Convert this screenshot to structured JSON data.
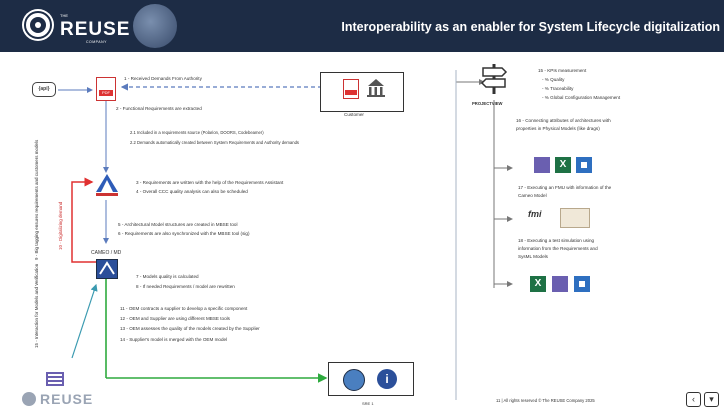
{
  "header": {
    "logo_the": "THE",
    "logo_name": "REUSE",
    "logo_company": "COMPANY",
    "title": "Interoperability as an enabler for System Lifecycle digitalization"
  },
  "left": {
    "step1": "1 - Received Demands From Authority",
    "step2": "2 - Functional Requirements are extracted",
    "step21": "2.1 Included in a requirements source (Polarion, DOORS, Codebeamer)",
    "step22": "2.2 Demands automatically created between System Requirements and Authority demands",
    "customer": "Customer",
    "step3": "3 - Requirements are written with the help of the Requirements Assistant",
    "step4": "4 - Overall CCC quality analysis can also be scheduled",
    "step5": "5 - Architectural Model structures are created in MBSE tool",
    "step6": "6 - Requirements are also synchronized with the MBSE tool (sig)",
    "tool_label": "CAMEO / MD",
    "step7": "7 - Models quality is calculated",
    "step8": "8 - If needed Requirements / model are rewritten",
    "step11": "11 - OEM contracts a supplier to develop a specific component",
    "step12": "12 - OEM and Supplier are using different MBSE tools",
    "step13": "13 - OEM assesses the quality of the models created by the Supplier",
    "step14": "14 - Supplier's model is merged with the OEM model",
    "side_9": "9 - Big tagging ensures requirements and customers models",
    "side_10": "10 - Digitalizing demand",
    "side_15": "15 - Interaction for Models and Verification"
  },
  "right": {
    "tool_name": "PROJECTVIEW",
    "kpi": "15 - KPIs measurement",
    "kpi_a": "- % Quality",
    "kpi_b": "- % Traceability",
    "kpi_c": "- % Global Configuration Management",
    "step16a": "16 - Connecting attributes of architectures with",
    "step16b": "properties in Physical Models (like drags)",
    "step17a": "17 - Executing an FMU with information of the",
    "step17b": "Cameo Model",
    "step18a": "18 - Executing a test simulation using",
    "step18b": "information from the Requirements and",
    "step18c": "SysML Models"
  },
  "footer": {
    "logo_name": "REUSE",
    "page_label": "SRE 1",
    "copyright": "11 | All rights reserved © The REUSE Company 2025"
  },
  "colors": {
    "header_bg": "#1d2c45",
    "arrow_red": "#e03030",
    "arrow_green": "#2eaa3e",
    "arrow_blue": "#5b7bbd",
    "arrow_teal": "#3a9ab0"
  }
}
